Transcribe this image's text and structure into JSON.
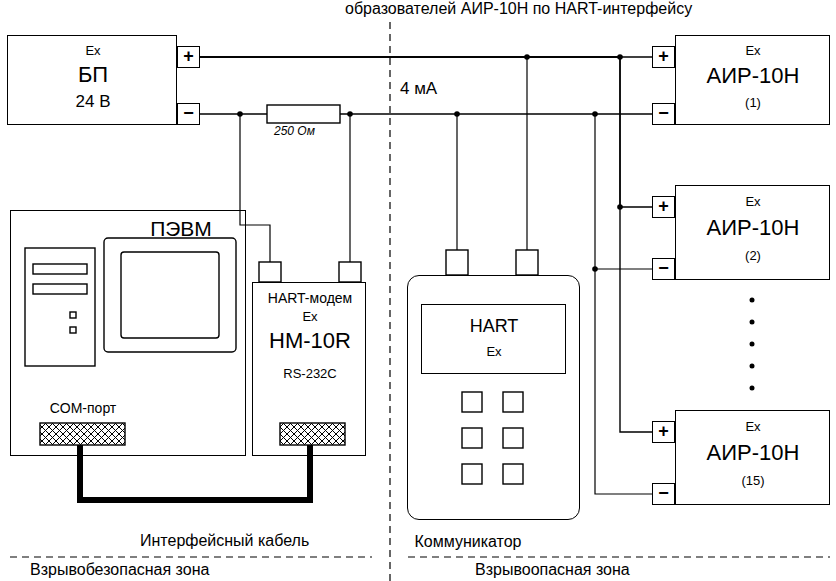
{
  "diagram": {
    "title": "образователей АИР-10Н по HART-интерфейсу",
    "nodes": [
      {
        "text": [
          "Ex",
          "БП",
          "24 В"
        ]
      },
      {
        "text": [
          "ПЭВМ",
          "COM-порт"
        ]
      },
      {
        "text": [
          "HART-модем",
          "Ex",
          "HM-10R",
          "RS-232C"
        ]
      },
      {
        "text": [
          "Коммуникатор"
        ]
      },
      {
        "text": [
          "HART",
          "Ex"
        ],
        "in": 3
      },
      {
        "text": [
          "Ex",
          "АИР-10Н",
          "(1)"
        ]
      },
      {
        "text": [
          "Ex",
          "АИР-10Н",
          "(2)"
        ]
      },
      {
        "text": [
          "Ex",
          "АИР-10Н",
          "(15)"
        ]
      }
    ],
    "edges": [
      {
        "from": 1,
        "to": 2,
        "arrow": "none"
      },
      {
        "from": 0,
        "to": 5,
        "arrow": "none"
      },
      {
        "from": 0,
        "to": 6,
        "arrow": "none"
      },
      {
        "from": 0,
        "to": 7,
        "arrow": "none"
      }
    ],
    "labels": [
      "+",
      "−",
      "+",
      "−",
      "+",
      "−",
      "+",
      "−",
      "250 Ом",
      "4 мА",
      "Интерфейсный кабель",
      "Взрывобезопасная зона",
      "Взрывоопасная зона"
    ]
  }
}
